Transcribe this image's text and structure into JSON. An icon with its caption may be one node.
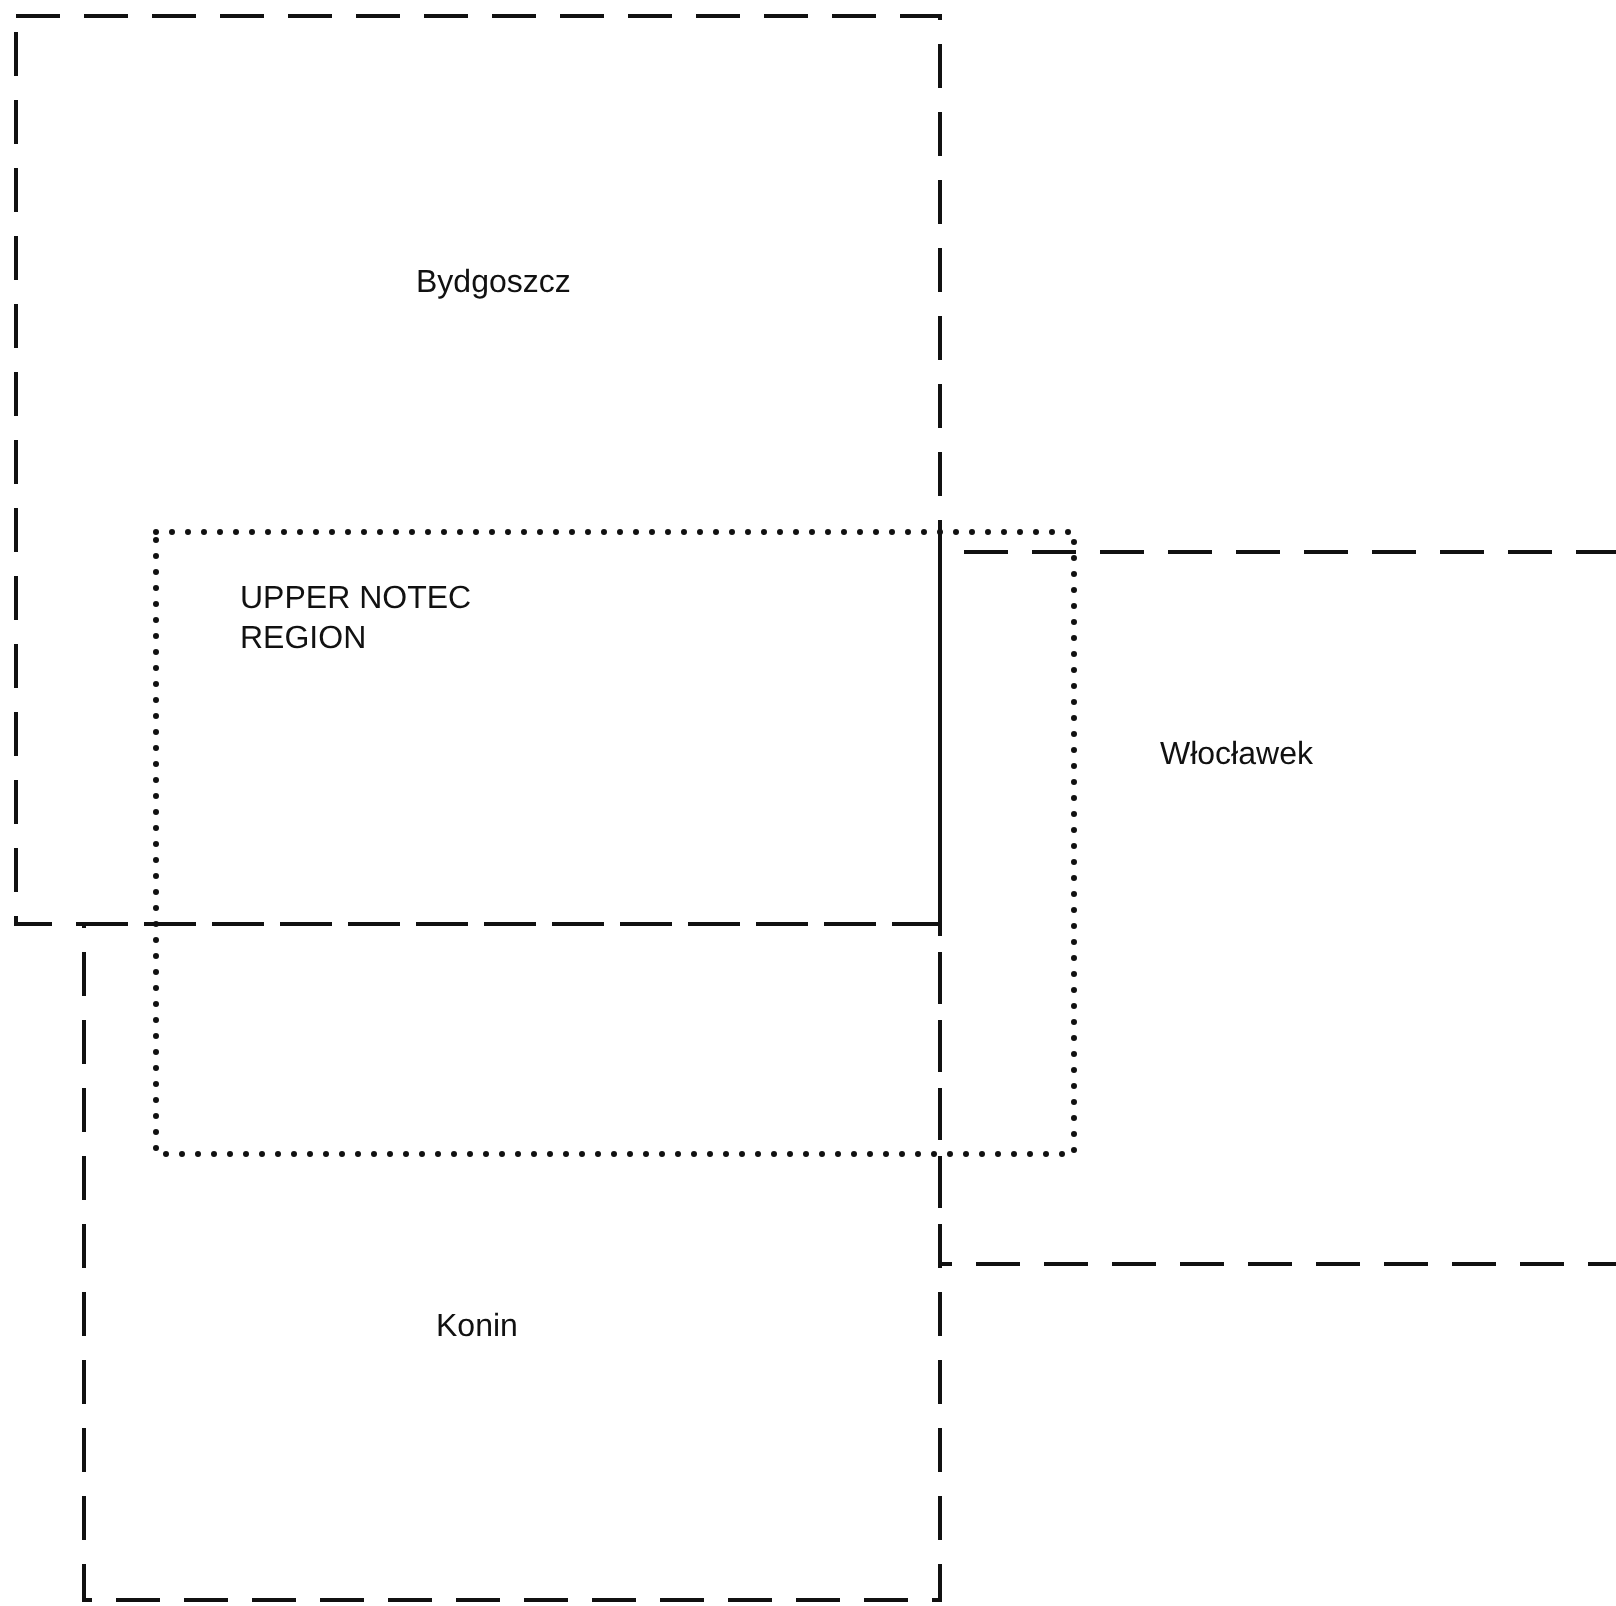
{
  "diagram": {
    "nodes": [
      {
        "text": [
          "Bydgoszcz"
        ]
      },
      {
        "text": [
          "UPPER NOTEC REGION"
        ]
      },
      {
        "text": [
          "Włocławek"
        ]
      },
      {
        "text": [
          "Konin"
        ]
      }
    ]
  }
}
